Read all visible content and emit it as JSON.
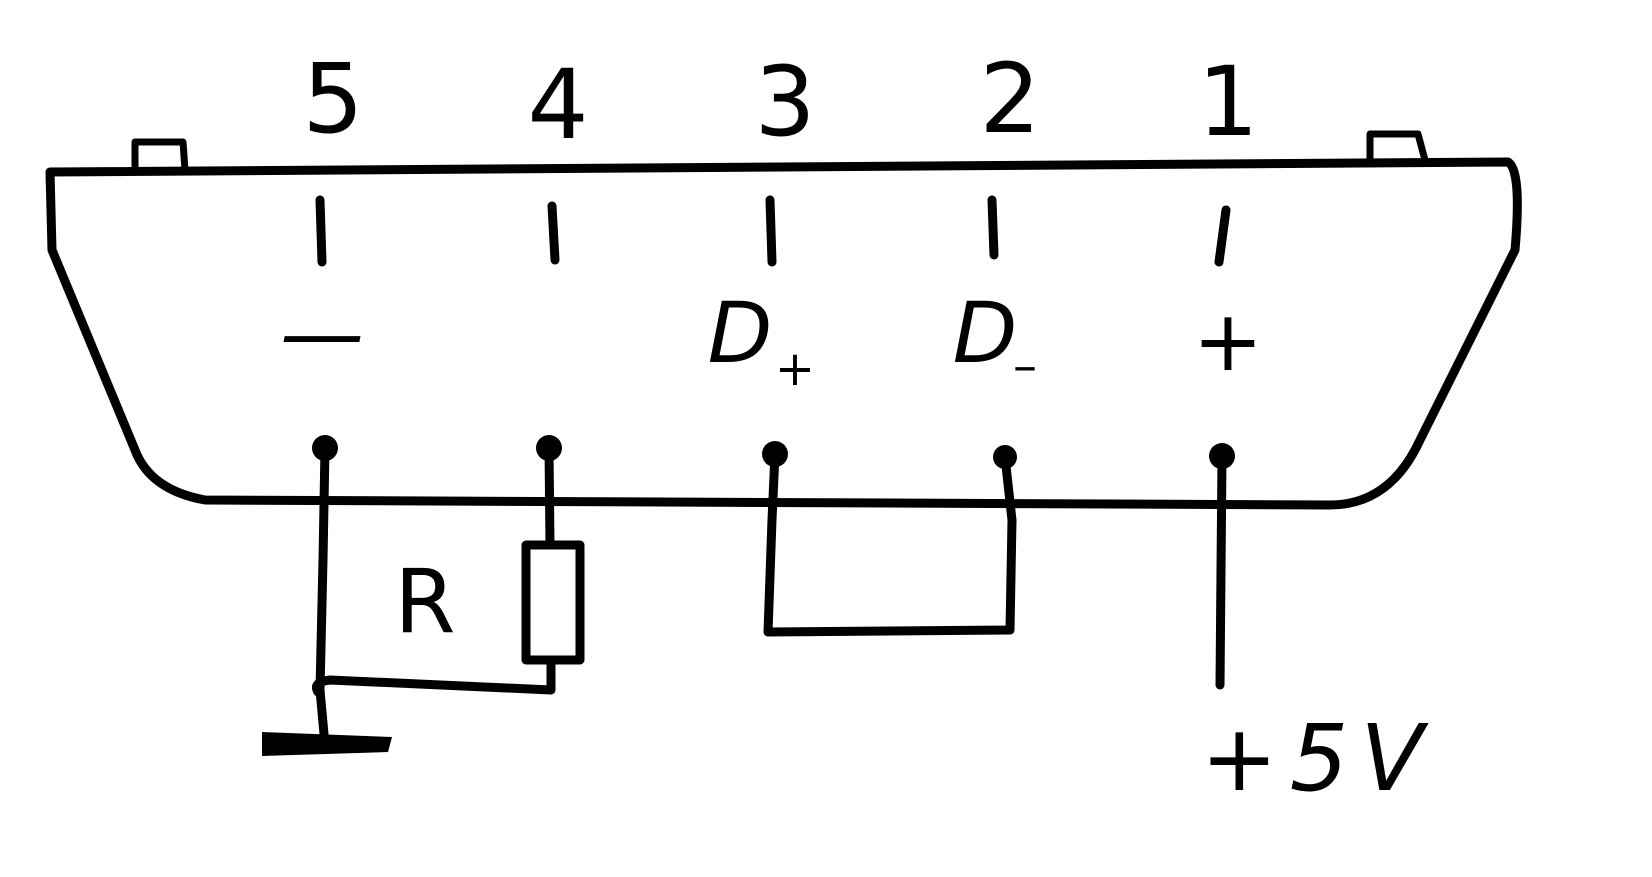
{
  "pins": [
    {
      "number": "5",
      "signal": "—",
      "signal_sub": ""
    },
    {
      "number": "4",
      "signal": "",
      "signal_sub": ""
    },
    {
      "number": "3",
      "signal": "D",
      "signal_sub": "+"
    },
    {
      "number": "2",
      "signal": "D",
      "signal_sub": "–"
    },
    {
      "number": "1",
      "signal": "+",
      "signal_sub": ""
    }
  ],
  "resistor_label": "R",
  "supply_label": "+5V"
}
